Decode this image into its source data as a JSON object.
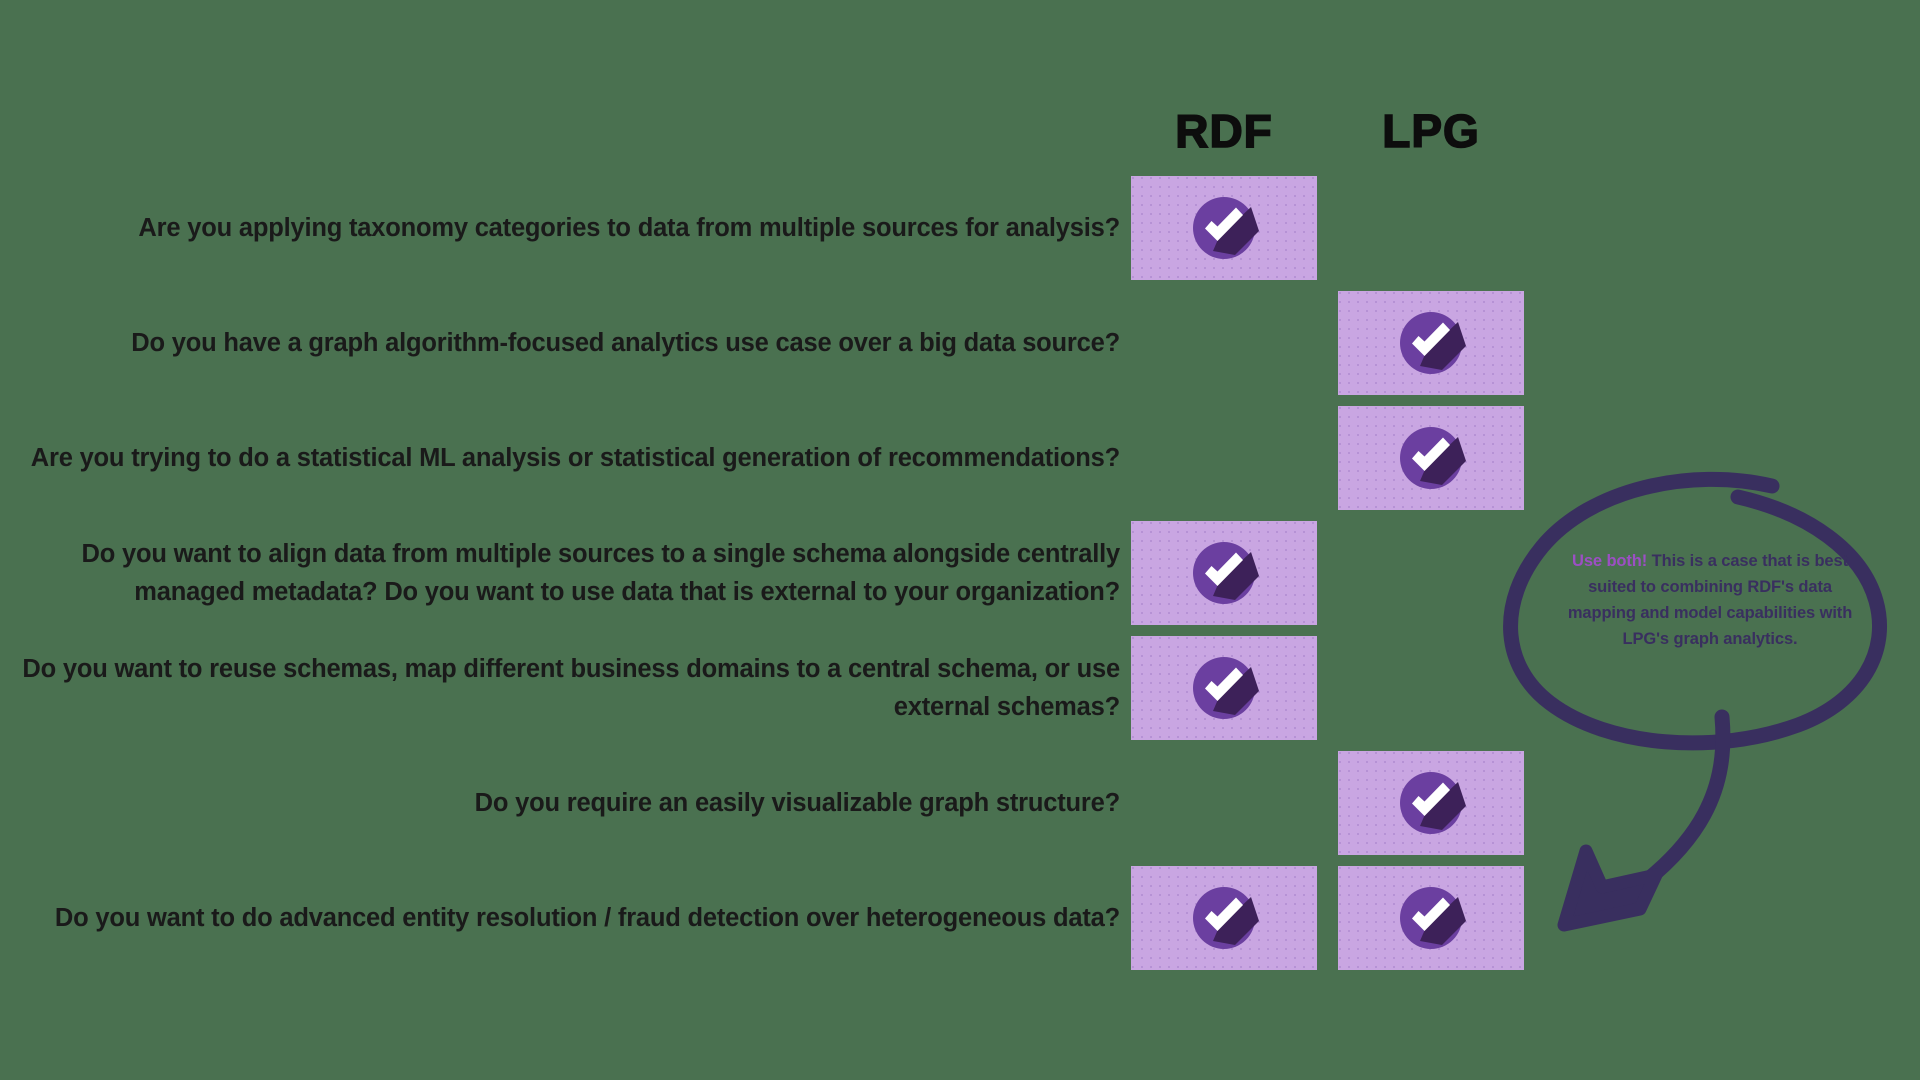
{
  "theme": {
    "background": "#4a7150",
    "cell_fill": "#c9a6e2",
    "check_circle": "#6b3fa0",
    "check_shadow": "#3d2159",
    "check_mark": "#ffffff",
    "header_text": "#0d0d0d",
    "question_text": "#1a1a1a",
    "callout_stroke": "#392f5f",
    "callout_body_text": "#392f5f",
    "callout_lead_text": "#9c4fc4"
  },
  "columns": [
    {
      "key": "rdf",
      "label": "RDF"
    },
    {
      "key": "lpg",
      "label": "LPG"
    }
  ],
  "icons": {
    "check": "check-circle-icon"
  },
  "rows": [
    {
      "question": "Are you applying taxonomy categories to data from multiple sources for analysis?",
      "rdf": true,
      "lpg": false
    },
    {
      "question": "Do you have a graph algorithm-focused analytics use case over a big data source?",
      "rdf": false,
      "lpg": true
    },
    {
      "question": "Are you trying to do a statistical ML analysis or statistical generation of recommendations?",
      "rdf": false,
      "lpg": true
    },
    {
      "question": "Do you want to align data from multiple sources to a single schema alongside centrally managed metadata? Do you want to use data that is external to your organization?",
      "rdf": true,
      "lpg": false
    },
    {
      "question": "Do you want to reuse schemas, map different business domains to a central schema, or use external schemas?",
      "rdf": true,
      "lpg": false
    },
    {
      "question": "Do you require an easily visualizable graph structure?",
      "rdf": false,
      "lpg": true
    },
    {
      "question": "Do you want to do advanced entity resolution / fraud detection over heterogeneous data?",
      "rdf": true,
      "lpg": true
    }
  ],
  "callout": {
    "lead": "Use both!",
    "body": " This is a case that is best suited to combining RDF's data mapping and model capabilities with LPG's graph analytics."
  }
}
